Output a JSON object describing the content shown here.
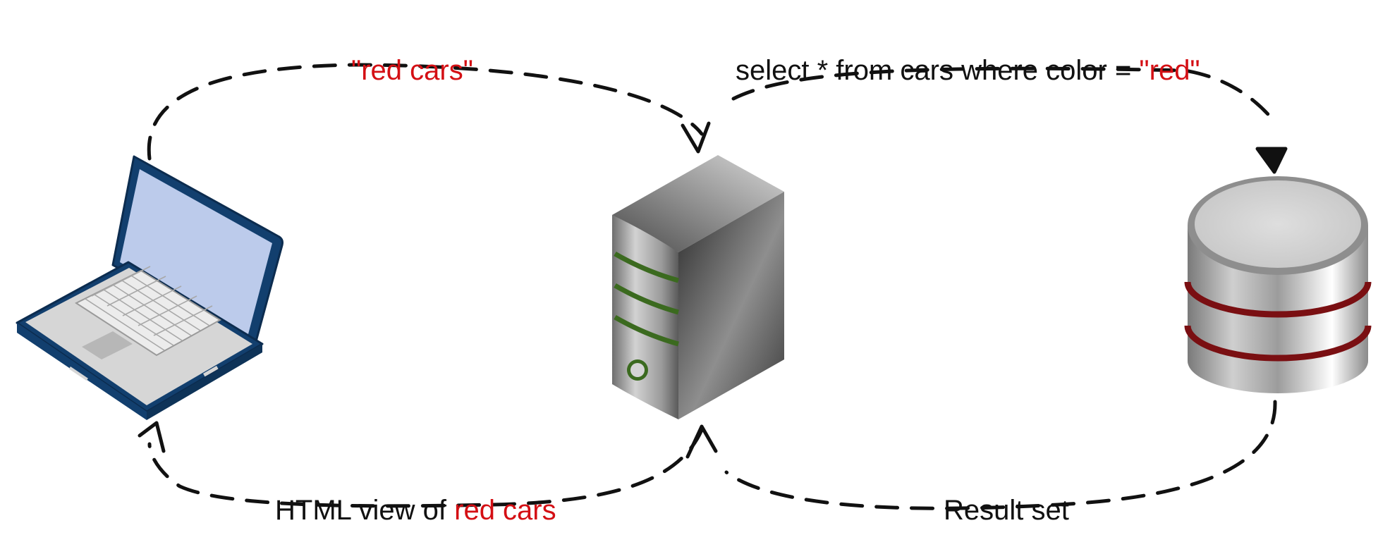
{
  "colors": {
    "text": "#111111",
    "highlight": "#d40f14",
    "arrow": "#111111",
    "laptop_frame": "#123f6e",
    "laptop_screen": "#bccbeb",
    "server_stripe": "#3b6a1f",
    "database_stripe": "#7a0f12"
  },
  "labels": {
    "request": "\"red cars\"",
    "query_prefix": "select * from cars where color = ",
    "query_value": "\"red\"",
    "result_set": "Result set",
    "response_prefix": "HTML view of ",
    "response_value": "red cars"
  },
  "nodes": {
    "client": "laptop-icon",
    "server": "server-icon",
    "database": "database-icon"
  }
}
